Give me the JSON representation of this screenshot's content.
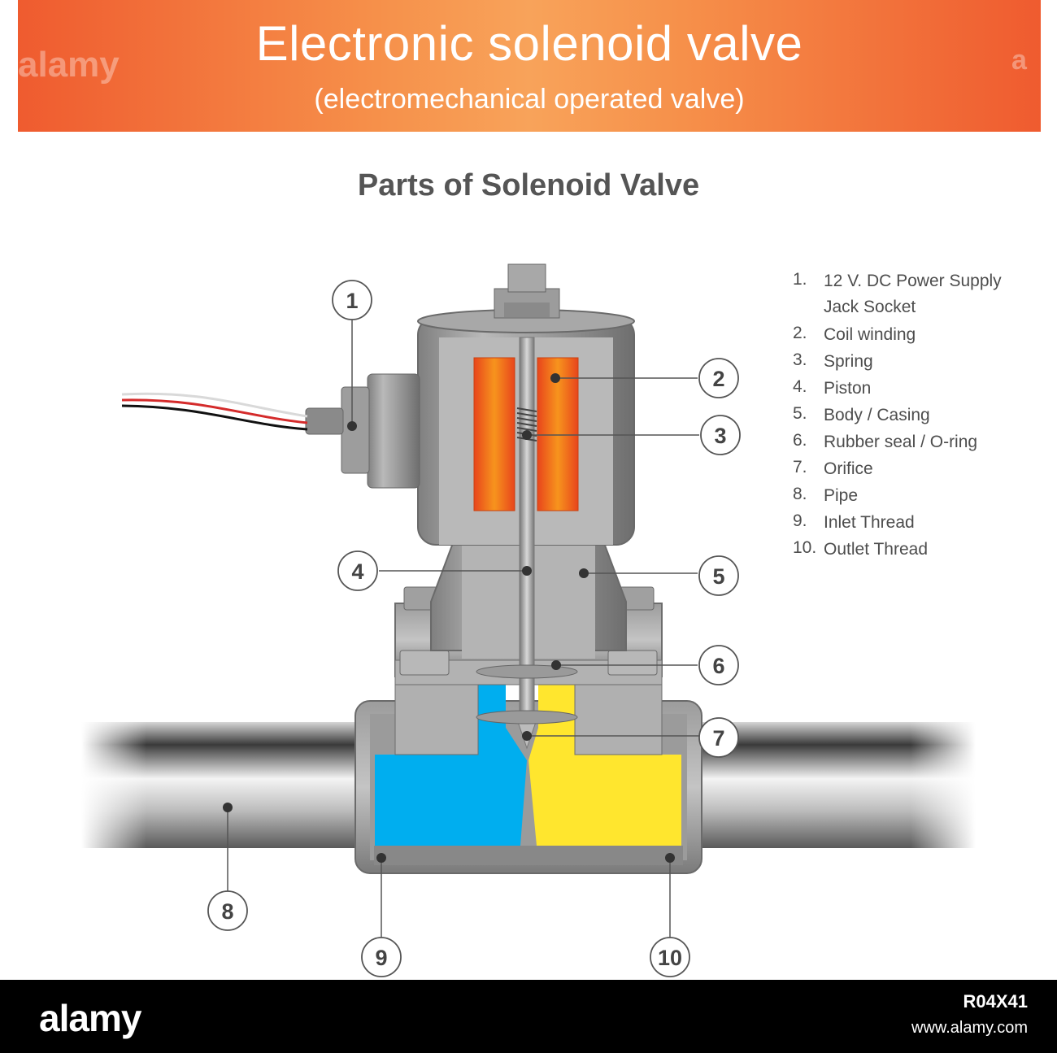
{
  "header": {
    "title": "Electronic solenoid valve",
    "subtitle": "(electromechanical operated valve)"
  },
  "section_title": "Parts of Solenoid Valve",
  "legend": [
    {
      "num": "1.",
      "text": "12 V. DC Power Supply Jack Socket"
    },
    {
      "num": "2.",
      "text": "Coil winding"
    },
    {
      "num": "3.",
      "text": "Spring"
    },
    {
      "num": "4.",
      "text": "Piston"
    },
    {
      "num": "5.",
      "text": "Body / Casing"
    },
    {
      "num": "6.",
      "text": "Rubber seal / O-ring"
    },
    {
      "num": "7.",
      "text": "Orifice"
    },
    {
      "num": "8.",
      "text": "Pipe"
    },
    {
      "num": "9.",
      "text": "Inlet Thread"
    },
    {
      "num": "10.",
      "text": "Outlet Thread"
    }
  ],
  "callouts": [
    "1",
    "2",
    "3",
    "4",
    "5",
    "6",
    "7",
    "8",
    "9",
    "10"
  ],
  "watermarks": [
    "alamy",
    "a"
  ],
  "footer": {
    "brand": "alamy",
    "image_id": "R04X41",
    "url": "www.alamy.com"
  },
  "colors": {
    "banner_start": "#ef5b2f",
    "banner_mid": "#f8a35a",
    "coil": "#f26522",
    "inlet_fluid": "#00aeef",
    "outlet_fluid": "#ffe62e",
    "body": "#a8a8a8"
  }
}
